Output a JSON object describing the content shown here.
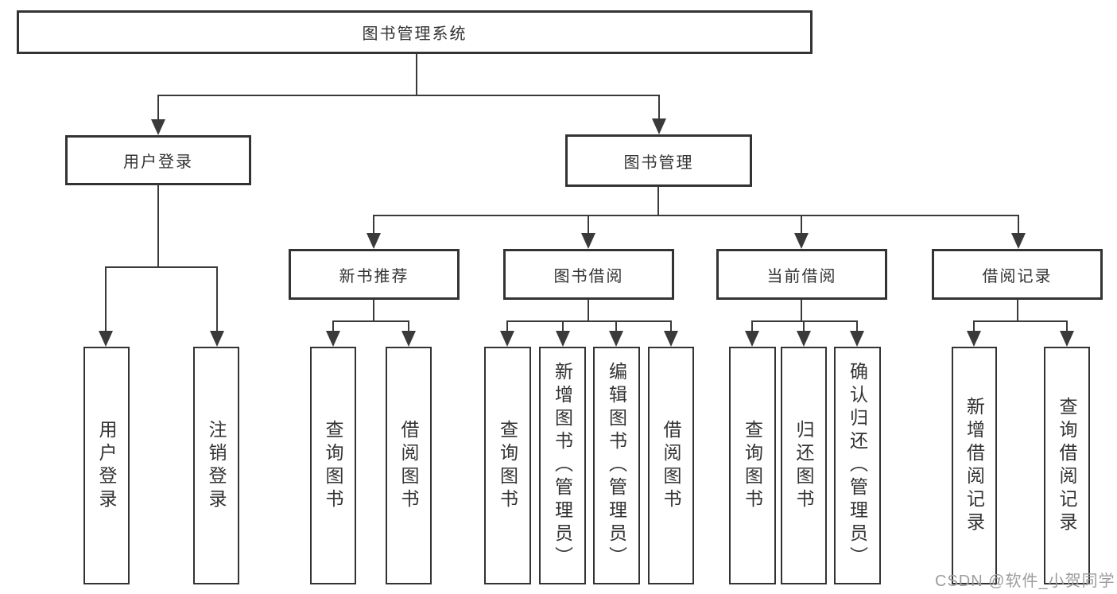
{
  "diagram": {
    "title": "图书管理系统",
    "level2": [
      {
        "id": "user-login",
        "label": "用户登录",
        "children": [
          "用户登录",
          "注销登录"
        ]
      },
      {
        "id": "book-management",
        "label": "图书管理",
        "children": [
          {
            "label": "新书推荐",
            "children": [
              "查询图书",
              "借阅图书"
            ]
          },
          {
            "label": "图书借阅",
            "children": [
              "查询图书",
              "新增图书（管理员）",
              "编辑图书（管理员）",
              "借阅图书"
            ]
          },
          {
            "label": "当前借阅",
            "children": [
              "查询图书",
              "归还图书",
              "确认归还（管理员）"
            ]
          },
          {
            "label": "借阅记录",
            "children": [
              "新增借阅记录",
              "查询借阅记录"
            ]
          }
        ]
      }
    ]
  },
  "watermark": {
    "text": "CSDN @软件_小贺同学"
  },
  "colors": {
    "line": "#3a3a3a",
    "box_border": "#333333",
    "text": "#333333",
    "background": "#ffffff",
    "watermark": "#9c9c9c"
  }
}
